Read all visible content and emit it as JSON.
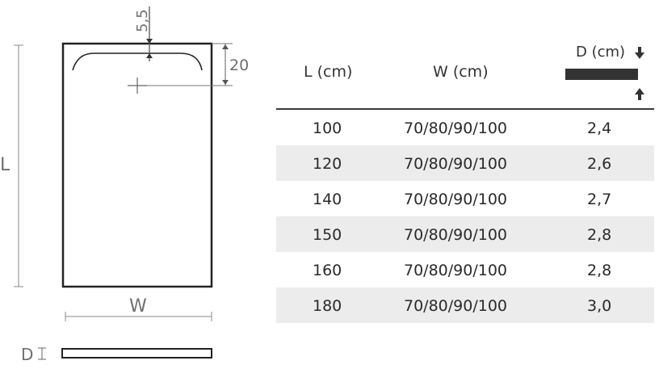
{
  "drawing": {
    "label_length": "L",
    "label_width": "W",
    "label_depth": "D",
    "dim_top_offset": "5,5",
    "dim_drain_offset": "20"
  },
  "table": {
    "header_l": "L (cm)",
    "header_w": "W (cm)",
    "header_d": "D (cm)",
    "rows": [
      {
        "l": "100",
        "w": "70/80/90/100",
        "d": "2,4"
      },
      {
        "l": "120",
        "w": "70/80/90/100",
        "d": "2,6"
      },
      {
        "l": "140",
        "w": "70/80/90/100",
        "d": "2,7"
      },
      {
        "l": "150",
        "w": "70/80/90/100",
        "d": "2,8"
      },
      {
        "l": "160",
        "w": "70/80/90/100",
        "d": "2,8"
      },
      {
        "l": "180",
        "w": "70/80/90/100",
        "d": "3,0"
      }
    ]
  },
  "colors": {
    "outline": "#222222",
    "dimension": "#7a7a7a",
    "row_shade": "#ececec",
    "depth_bar": "#333333"
  }
}
